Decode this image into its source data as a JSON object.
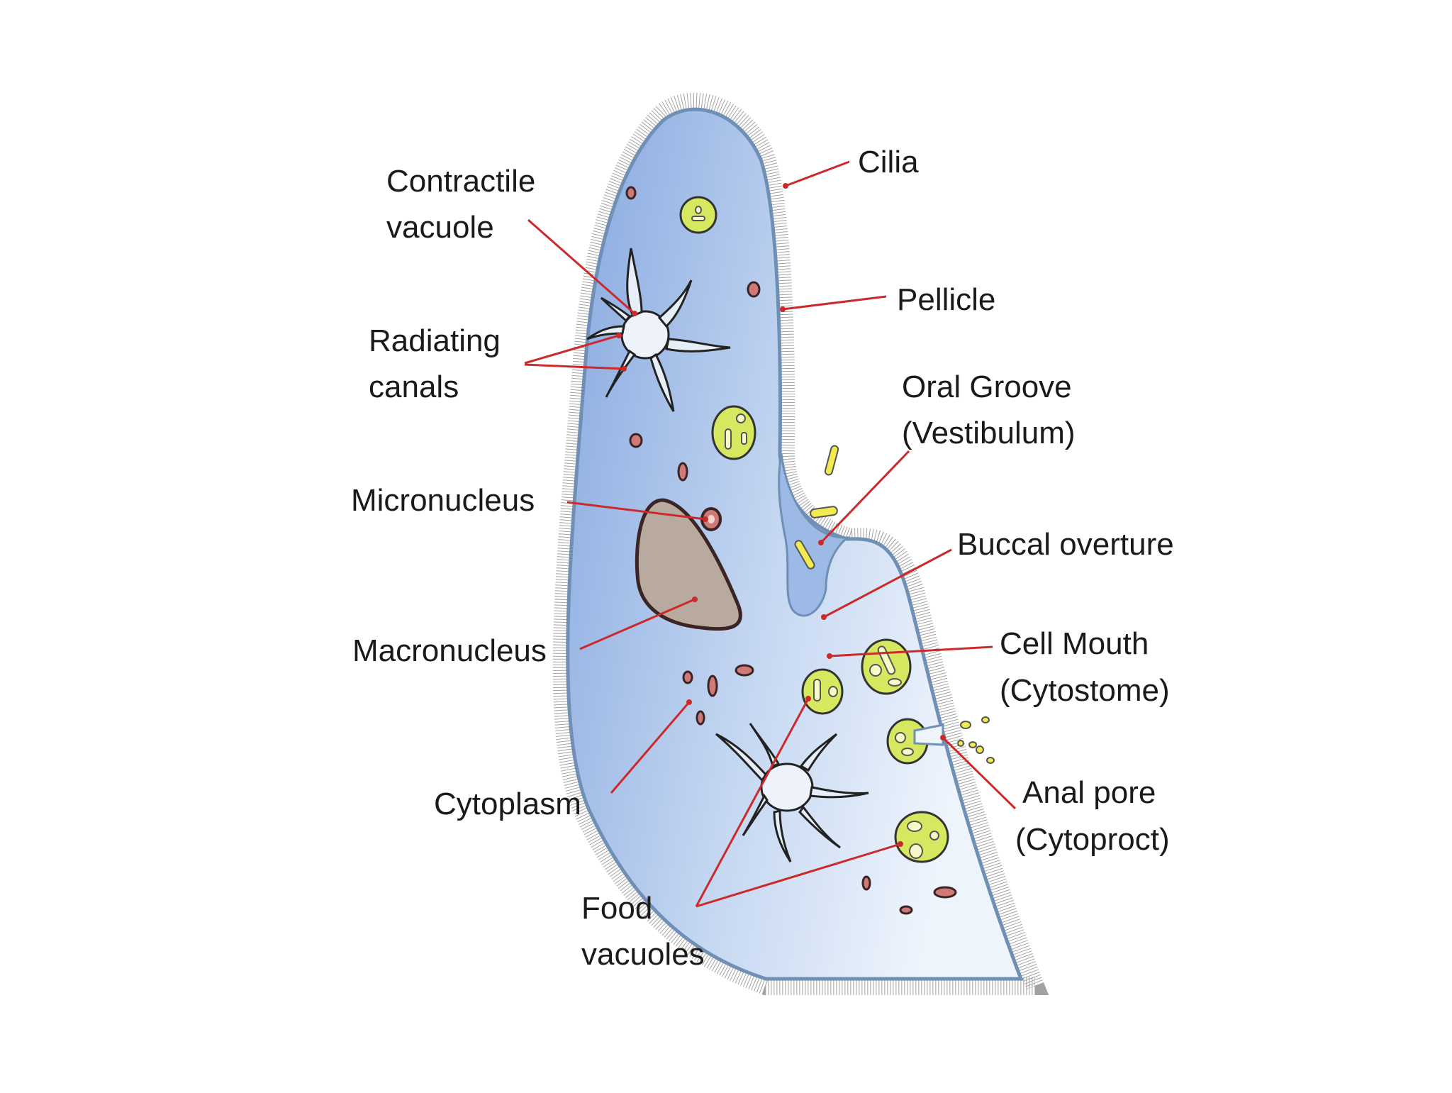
{
  "labels": {
    "contractile_vacuole": [
      "Contractile",
      "vacuole"
    ],
    "radiating_canals": [
      "Radiating",
      "canals"
    ],
    "micronucleus": "Micronucleus",
    "macronucleus": "Macronucleus",
    "cytoplasm": "Cytoplasm",
    "food_vacuoles": [
      "Food",
      "vacuoles"
    ],
    "cilia": "Cilia",
    "pellicle": "Pellicle",
    "oral_groove": [
      "Oral Groove",
      "(Vestibulum)"
    ],
    "buccal_overture": "Buccal overture",
    "cell_mouth": [
      "Cell Mouth",
      "(Cytostome)"
    ],
    "anal_pore": [
      "Anal pore",
      "(Cytoproct)"
    ]
  },
  "colors": {
    "body_fill_dark": "#88a9e0",
    "body_fill_light": "#e9f1fb",
    "pellicle_outline": "#6f8fb4",
    "leader_line": "#cc2a2a",
    "food_vacuole_fill": "#d6e85f",
    "macronucleus_fill": "#b9aaa0",
    "granule_fill": "#d07a78"
  }
}
